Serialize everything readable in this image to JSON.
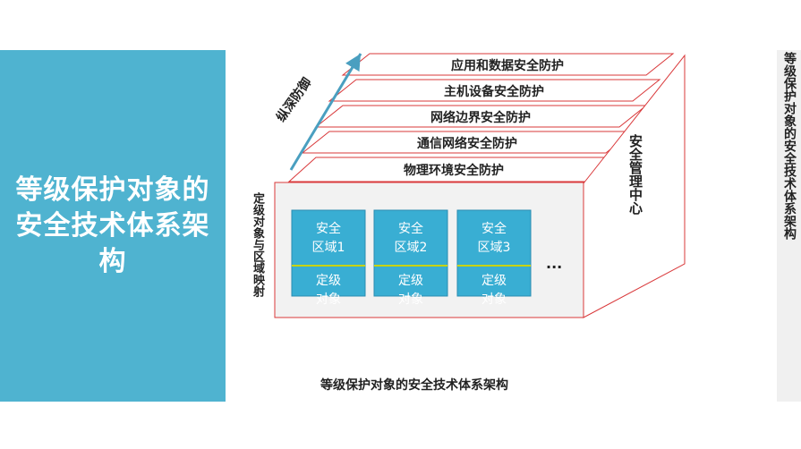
{
  "side_panel": {
    "title": "等级保护对象的安全技术体系架构"
  },
  "layers": [
    "应用和数据安全防护",
    "主机设备安全防护",
    "网络边界安全防护",
    "通信网络安全防护",
    "物理环境安全防护"
  ],
  "arrow_label": "纵深防御",
  "left_label": "定级对象与区域映射",
  "right_label": "安全管理中心",
  "zones": [
    {
      "top_line1": "安全",
      "top_line2": "区域1",
      "bottom_line1": "定级",
      "bottom_line2": "对象"
    },
    {
      "top_line1": "安全",
      "top_line2": "区域2",
      "bottom_line1": "定级",
      "bottom_line2": "对象"
    },
    {
      "top_line1": "安全",
      "top_line2": "区域3",
      "bottom_line1": "定级",
      "bottom_line2": "对象"
    }
  ],
  "ellipsis": "...",
  "caption": "等级保护对象的安全技术体系架构",
  "edge_text": "等级保护对象的安全技术体系架构",
  "colors": {
    "panel": "#4fb3d0",
    "zone_fill": "#39aed3",
    "zone_divider": "#c8d300",
    "outline": "#d9383a",
    "arrow": "#4a9fc0"
  }
}
